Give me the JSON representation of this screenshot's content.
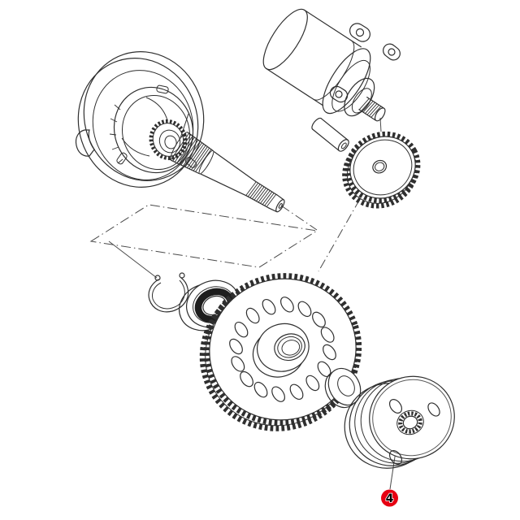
{
  "page": {
    "background": "#ffffff",
    "line_color": "#2f2f2f"
  },
  "diagram": {
    "kind": "exploded-parts-diagram",
    "subject": "starter clutch and starter motor assembly",
    "parts": [
      {
        "name": "starter-motor"
      },
      {
        "name": "idle-gear-pin"
      },
      {
        "name": "starter-reduction-gear"
      },
      {
        "name": "crankshaft-sheave-assembly"
      },
      {
        "name": "crankcase-plane-outline"
      },
      {
        "name": "circlip"
      },
      {
        "name": "bearing"
      },
      {
        "name": "starter-wheel-gear"
      },
      {
        "name": "thrust-washer"
      },
      {
        "name": "starter-clutch"
      }
    ]
  },
  "callout": {
    "number": "4",
    "badge_color": "#e60012",
    "number_color": "#000000"
  }
}
